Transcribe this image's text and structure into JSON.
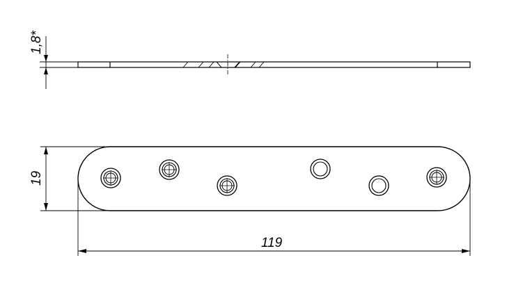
{
  "drawing": {
    "dimensions": {
      "thickness": "1,8*",
      "width": "19",
      "length": "119"
    },
    "holes": [
      {
        "type": "countersunk",
        "center_mark": true
      },
      {
        "type": "countersunk",
        "center_mark": true
      },
      {
        "type": "countersunk",
        "center_mark": true
      },
      {
        "type": "plain",
        "center_mark": false
      },
      {
        "type": "plain",
        "center_mark": false
      },
      {
        "type": "countersunk",
        "center_mark": true
      }
    ],
    "colors": {
      "line": "#000000",
      "background": "#ffffff"
    }
  }
}
